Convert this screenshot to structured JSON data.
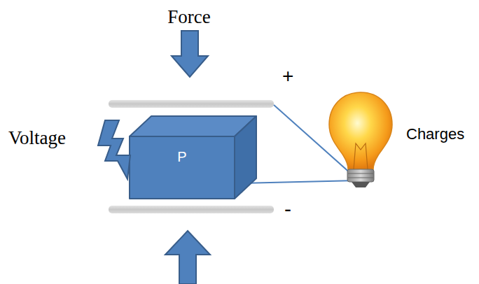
{
  "diagram": {
    "nodes": [
      {
        "text": [
          "P"
        ]
      }
    ],
    "labels": [
      "Force",
      "+",
      "Voltage",
      "Charges",
      "-"
    ]
  }
}
